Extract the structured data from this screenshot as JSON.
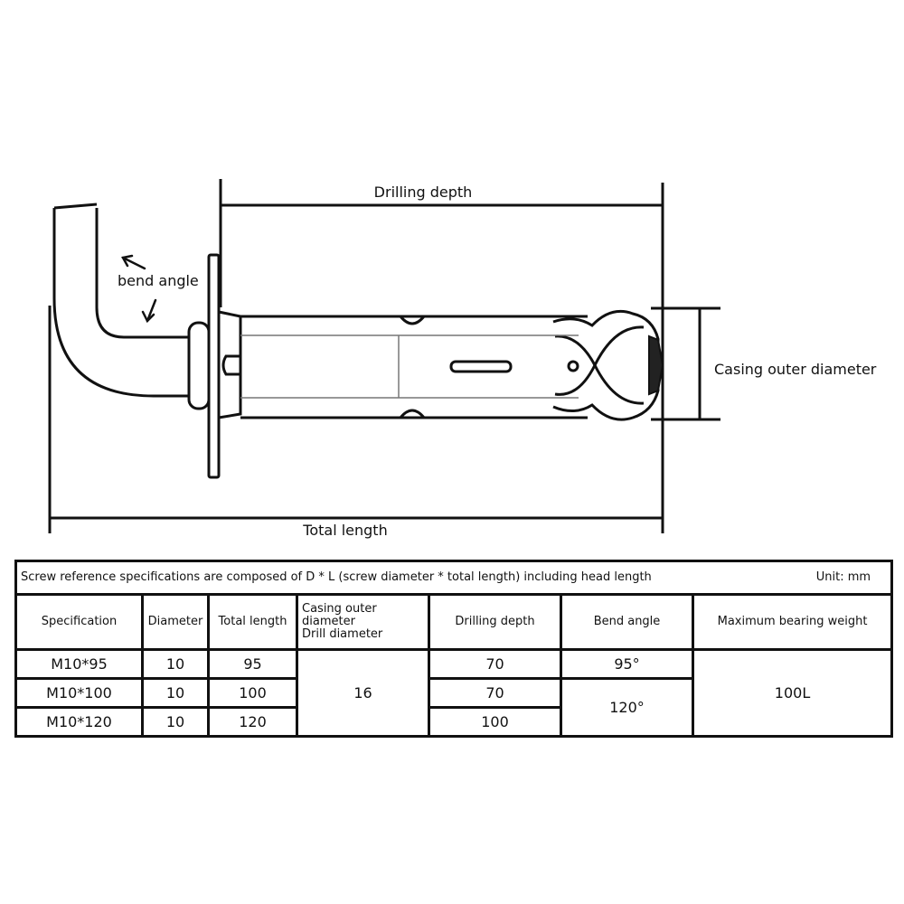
{
  "diagram": {
    "labels": {
      "drilling_depth": "Drilling depth",
      "bend_angle": "bend angle",
      "casing_outer_diameter": "Casing outer diameter",
      "total_length": "Total length"
    }
  },
  "table": {
    "note": "Screw reference specifications are composed of D * L (screw diameter * total length) including head length",
    "unit": "Unit: mm",
    "headers": {
      "specification": "Specification",
      "diameter": "Diameter",
      "total_length": "Total length",
      "casing_line1": "Casing outer diameter",
      "casing_line2": "Drill diameter",
      "drilling_depth": "Drilling depth",
      "bend_angle": "Bend angle",
      "max_weight": "Maximum bearing weight"
    },
    "rows": [
      {
        "spec": "M10*95",
        "diameter": "10",
        "total_length": "95",
        "drilling_depth": "70"
      },
      {
        "spec": "M10*100",
        "diameter": "10",
        "total_length": "100",
        "drilling_depth": "70"
      },
      {
        "spec": "M10*120",
        "diameter": "10",
        "total_length": "120",
        "drilling_depth": "100"
      }
    ],
    "casing_value": "16",
    "bend_angle_1": "95°",
    "bend_angle_2": "120°",
    "max_weight_value": "100L"
  }
}
